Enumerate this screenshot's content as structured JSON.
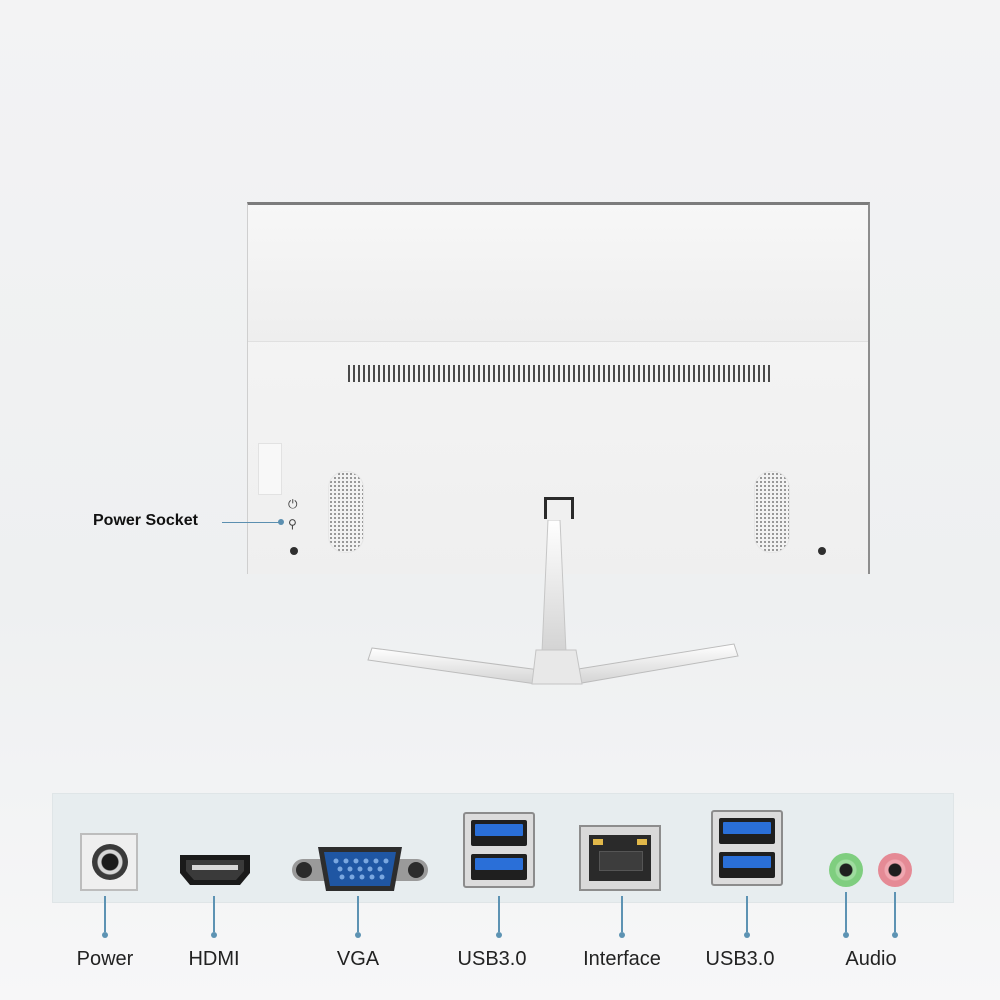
{
  "callout": {
    "power_socket": "Power Socket"
  },
  "ports": [
    {
      "label": "Power"
    },
    {
      "label": "HDMI"
    },
    {
      "label": "VGA"
    },
    {
      "label": "USB3.0"
    },
    {
      "label": "Interface"
    },
    {
      "label": "USB3.0"
    },
    {
      "label": "Audio"
    }
  ],
  "colors": {
    "accent_line": "#5d93b3",
    "usb_blue": "#2a6fd8",
    "audio_green": "#7fce7f",
    "audio_pink": "#e58a95",
    "vga_blue": "#1f56a3"
  },
  "icons": [
    "power-jack-icon",
    "hdmi-port-icon",
    "vga-port-icon",
    "usb-port-icon",
    "ethernet-port-icon",
    "audio-jack-icon"
  ]
}
